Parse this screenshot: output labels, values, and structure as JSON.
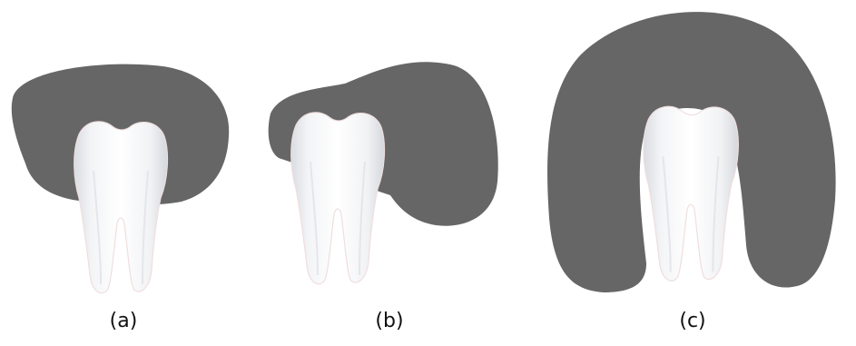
{
  "panels": [
    {
      "id": "a",
      "label": "(a)"
    },
    {
      "id": "b",
      "label": "(b)"
    },
    {
      "id": "c",
      "label": "(c)"
    }
  ],
  "colors": {
    "lesion": "#666666",
    "tooth_light": "#ffffff",
    "tooth_mid": "#eef1f4",
    "tooth_edge": "#d6d9de",
    "tooth_outline_tint": "#f1dede"
  }
}
